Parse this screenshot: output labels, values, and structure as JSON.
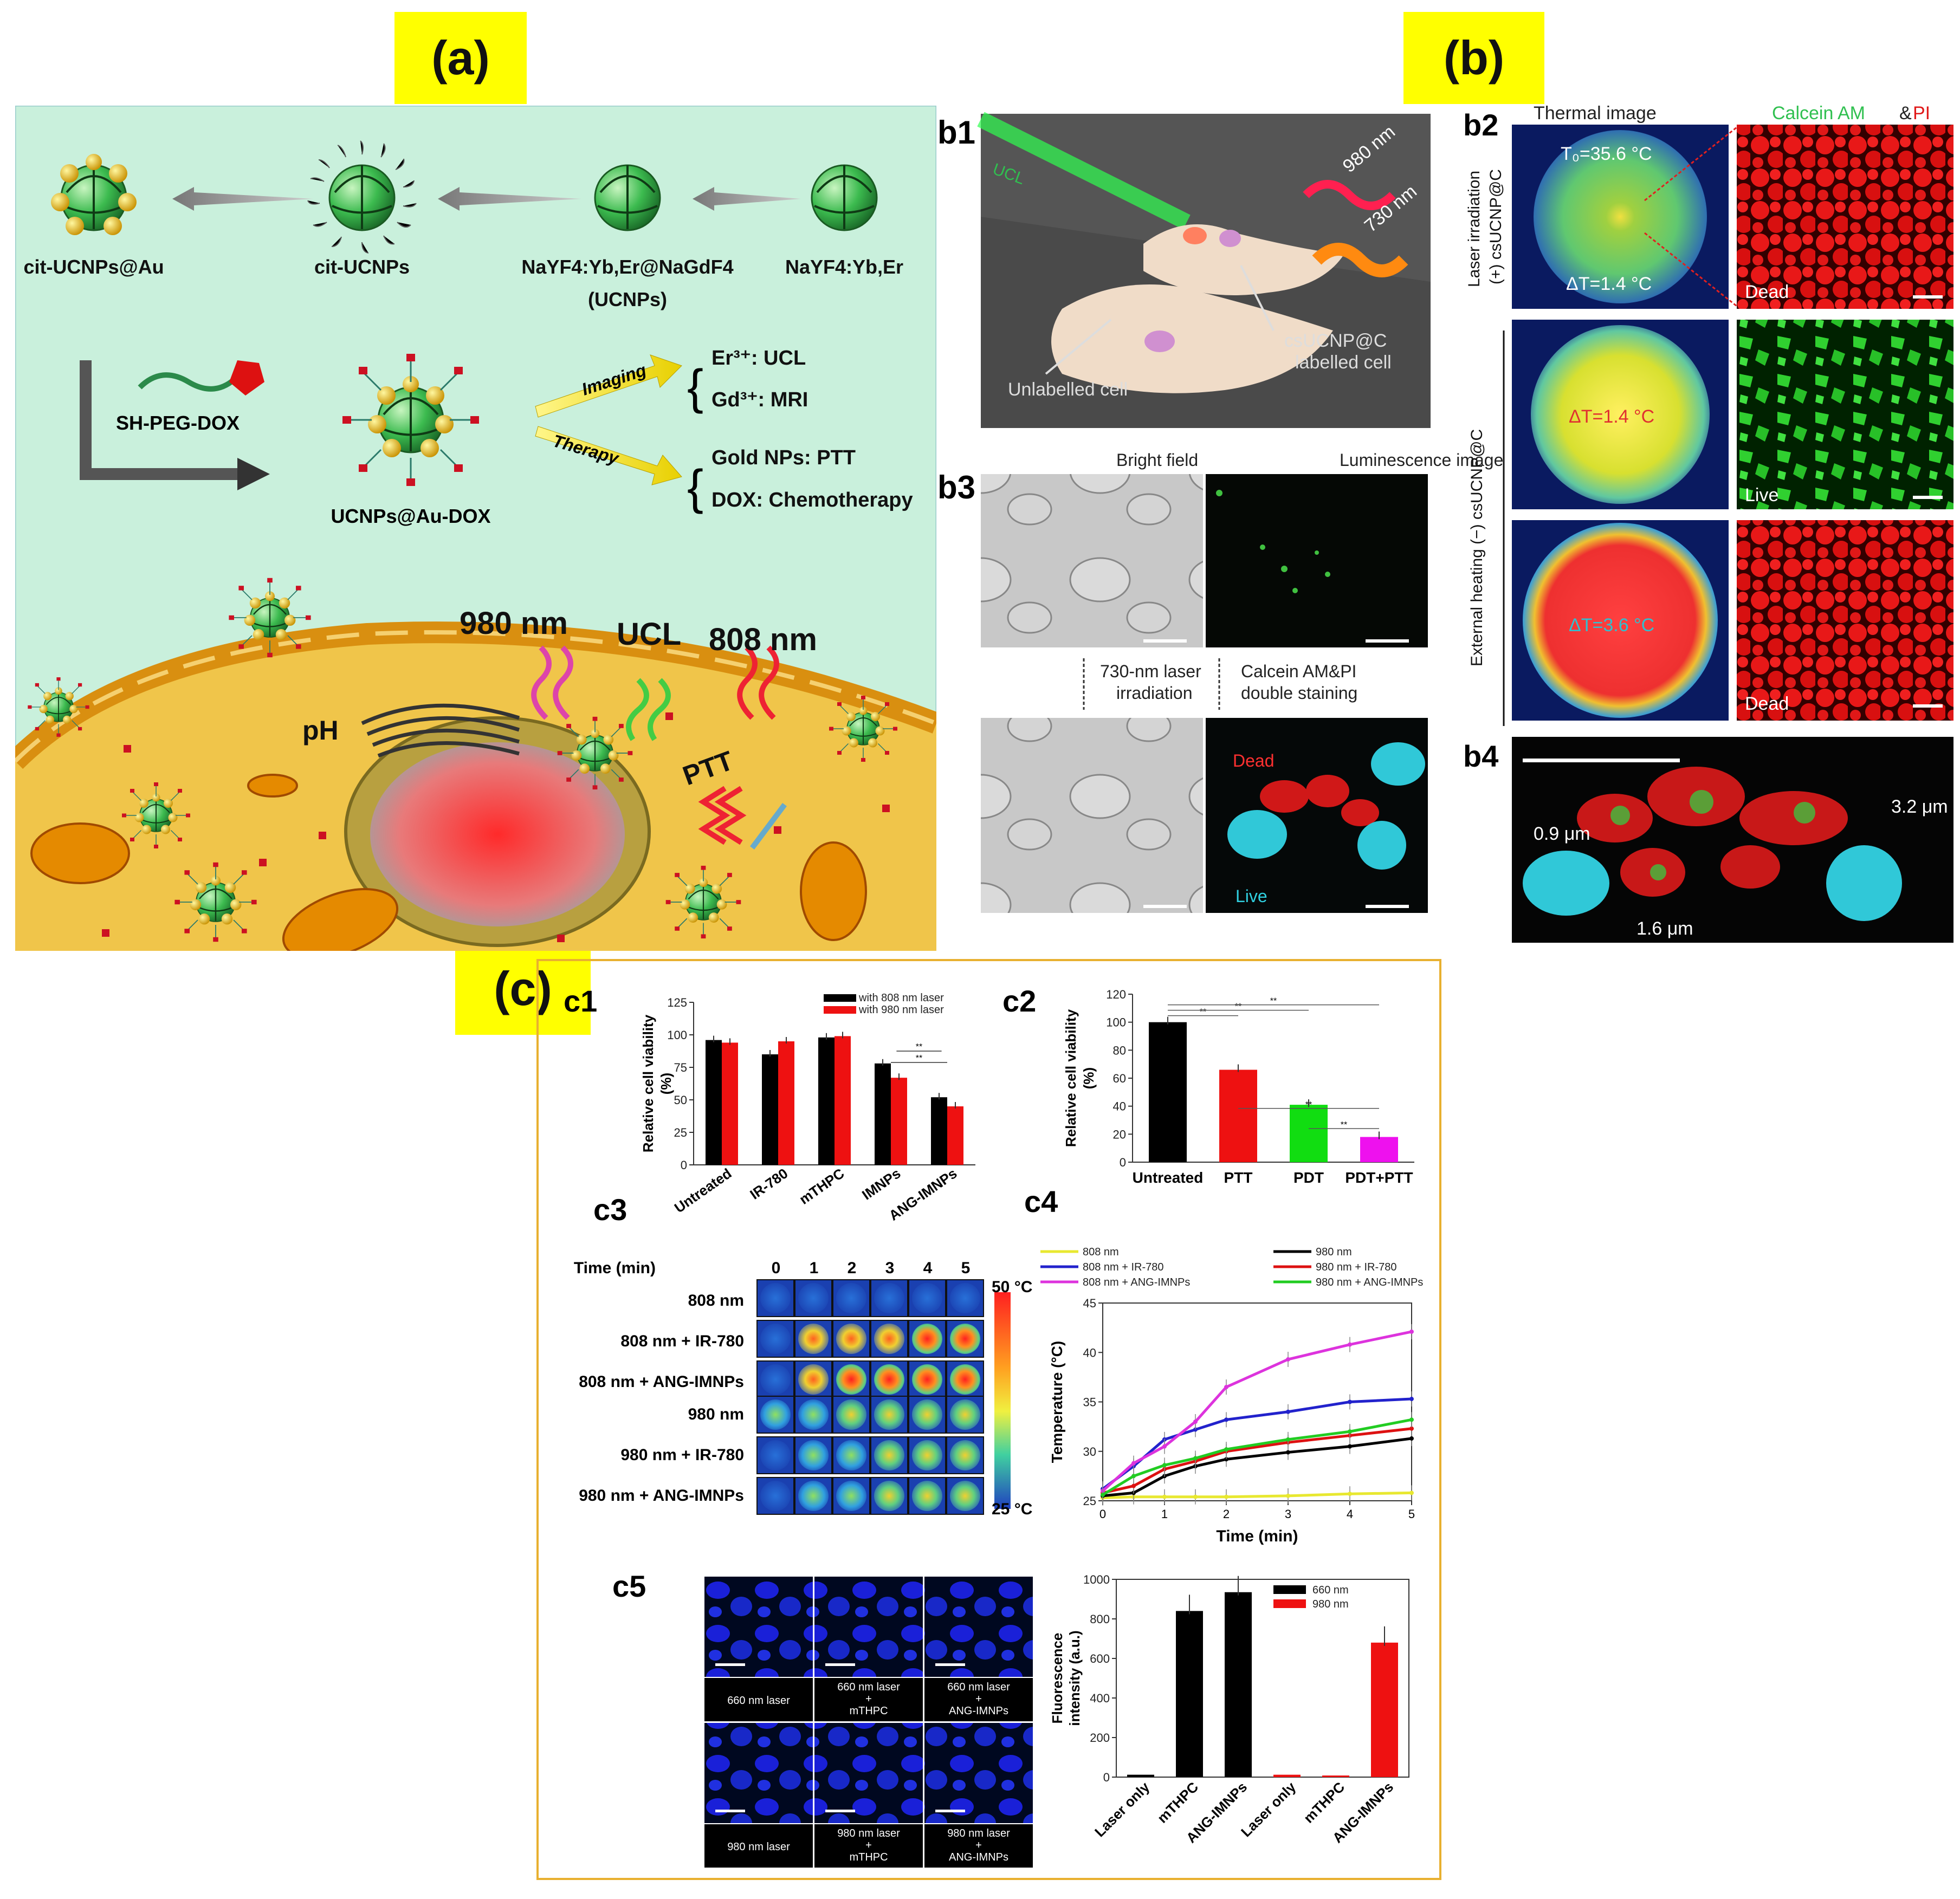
{
  "panel_tags": {
    "a": "(a)",
    "b": "(b)",
    "c": "(c)"
  },
  "panel_a": {
    "labels": [
      "cit-UCNPs@Au",
      "cit-UCNPs",
      "NaYF4:Yb,Er@NaGdF4",
      "(UCNPs)",
      "NaYF4:Yb,Er"
    ],
    "reagent": "SH-PEG-DOX",
    "product": "UCNPs@Au-DOX",
    "imaging_arrow": "Imaging",
    "therapy_arrow": "Therapy",
    "imaging_items": [
      "Er³⁺:  UCL",
      "Gd³⁺:  MRI"
    ],
    "therapy_items": [
      "Gold NPs:  PTT",
      "DOX: Chemotherapy"
    ],
    "cell_labels": {
      "nm980": "980 nm",
      "ucl": "UCL",
      "nm808": "808 nm",
      "ph": "pH",
      "ptt": "PTT"
    },
    "colors": {
      "background": "#c9f0dc",
      "cytoplasm": "#f0c54a",
      "membrane": "#e8a420",
      "particle": "#3cbb4f",
      "gold": "#f0c020",
      "dox": "#cc1122"
    }
  },
  "panel_b": {
    "b1": {
      "tag": "b1",
      "ucl": "UCL",
      "nm980": "980 nm",
      "nm730": "730 nm",
      "unlabelled": "Unlabelled cell",
      "labelled_1": "csUCNP@C",
      "labelled_2": "labelled cell"
    },
    "b2": {
      "tag": "b2",
      "col1": "Thermal image",
      "col2_a": "Calcein AM",
      "col2_b": "&",
      "col2_c": "PI",
      "row1_side": [
        "Laser irradiation",
        "(+) csUCNP@C"
      ],
      "row23_side": "External heating (−) csUCNP@C",
      "t0": "T₀=35.6 °C",
      "dt": [
        "ΔT=1.4 °C",
        "ΔT=1.4 °C",
        "ΔT=3.6 °C"
      ],
      "states": [
        "Dead",
        "Live",
        "Dead"
      ]
    },
    "b3": {
      "tag": "b3",
      "bright": "Bright field",
      "lum": "Luminescence image",
      "step1": [
        "730-nm laser",
        "irradiation"
      ],
      "step2": [
        "Calcein AM&PI",
        "double staining"
      ],
      "dead": "Dead",
      "live": "Live"
    },
    "b4": {
      "tag": "b4",
      "m1": "0.9 μm",
      "m2": "1.6 μm",
      "m3": "3.2 μm"
    }
  },
  "panel_c": {
    "tags": [
      "c1",
      "c2",
      "c3",
      "c4",
      "c5"
    ],
    "c3": {
      "header": "Time (min)",
      "times": [
        "0",
        "1",
        "2",
        "3",
        "4",
        "5"
      ],
      "rows": [
        "808 nm",
        "808 nm + IR-780",
        "808 nm + ANG-IMNPs",
        "980 nm",
        "980 nm + IR-780",
        "980 nm + ANG-IMNPs"
      ],
      "max": "50 °C",
      "min": "25 °C"
    },
    "c5": {
      "captions": [
        [
          "660 nm laser"
        ],
        [
          "660 nm laser",
          "+",
          "mTHPC"
        ],
        [
          "660 nm laser",
          "+",
          "ANG-IMNPs"
        ],
        [
          "980 nm laser"
        ],
        [
          "980 nm laser",
          "+",
          "mTHPC"
        ],
        [
          "980 nm laser",
          "+",
          "ANG-IMNPs"
        ]
      ]
    }
  },
  "chart_data": [
    {
      "id": "c1",
      "type": "bar",
      "ylabel": "Relative cell viability (%)",
      "ylim": [
        0,
        125
      ],
      "yticks": [
        0,
        25,
        50,
        75,
        100,
        125
      ],
      "categories": [
        "Untreated",
        "IR-780",
        "mTHPC",
        "IMNPs",
        "ANG-IMNPs"
      ],
      "series": [
        {
          "name": "with 808 nm laser",
          "color": "#000000",
          "values": [
            96,
            85,
            98,
            78,
            52
          ]
        },
        {
          "name": "with 980 nm laser",
          "color": "#ee1111",
          "values": [
            94,
            95,
            99,
            67,
            45
          ]
        }
      ],
      "annotations": [
        "**",
        "**"
      ],
      "legend": "top-right"
    },
    {
      "id": "c2",
      "type": "bar",
      "ylabel": "Relative cell viability (%)",
      "ylim": [
        0,
        120
      ],
      "yticks": [
        0,
        20,
        40,
        60,
        80,
        100,
        120
      ],
      "categories": [
        "Untreated",
        "PTT",
        "PDT",
        "PDT+PTT"
      ],
      "values": [
        100,
        66,
        41,
        18
      ],
      "colors": [
        "#000000",
        "#ee1111",
        "#11dd11",
        "#ee11ee"
      ],
      "annotations": [
        "**",
        "**",
        "**",
        "**",
        "**"
      ]
    },
    {
      "id": "c4",
      "type": "line",
      "xlabel": "Time (min)",
      "ylabel": "Temperature (°C)",
      "xlim": [
        0,
        5
      ],
      "ylim": [
        25,
        45
      ],
      "xticks": [
        0,
        1,
        2,
        3,
        4,
        5
      ],
      "yticks": [
        25,
        30,
        35,
        40,
        45
      ],
      "x": [
        0,
        0.5,
        1,
        1.5,
        2,
        3,
        4,
        5
      ],
      "series": [
        {
          "name": "808 nm",
          "color": "#e8e830",
          "values": [
            25.3,
            25.4,
            25.4,
            25.4,
            25.4,
            25.5,
            25.7,
            25.8
          ]
        },
        {
          "name": "980 nm",
          "color": "#000000",
          "values": [
            25.5,
            25.8,
            27.5,
            28.5,
            29.2,
            29.9,
            30.5,
            31.3
          ]
        },
        {
          "name": "808 nm + IR-780",
          "color": "#2222cc",
          "values": [
            26.2,
            28.5,
            31.2,
            32.2,
            33.2,
            34.0,
            35.0,
            35.3
          ]
        },
        {
          "name": "980 nm + IR-780",
          "color": "#dd1111",
          "values": [
            25.8,
            26.5,
            28.2,
            29.0,
            30.0,
            30.9,
            31.6,
            32.3
          ]
        },
        {
          "name": "808 nm + ANG-IMNPs",
          "color": "#dd33dd",
          "values": [
            26.0,
            28.8,
            30.5,
            33.0,
            36.5,
            39.3,
            40.8,
            42.1
          ]
        },
        {
          "name": "980 nm + ANG-IMNPs",
          "color": "#22cc22",
          "values": [
            25.6,
            27.5,
            28.6,
            29.3,
            30.2,
            31.2,
            32.0,
            33.2
          ]
        }
      ],
      "legend": "top"
    },
    {
      "id": "c5",
      "type": "bar",
      "ylabel": "Fluorescence intensity (a.u.)",
      "ylim": [
        0,
        1000
      ],
      "yticks": [
        0,
        200,
        400,
        600,
        800,
        1000
      ],
      "categories": [
        "Laser only",
        "mTHPC",
        "ANG-IMNPs",
        "Laser only",
        "mTHPC",
        "ANG-IMNPs"
      ],
      "series": [
        {
          "name": "660 nm",
          "color": "#000000",
          "values": [
            12,
            840,
            935,
            null,
            null,
            null
          ]
        },
        {
          "name": "980 nm",
          "color": "#ee1111",
          "values": [
            null,
            null,
            null,
            12,
            8,
            680
          ]
        }
      ],
      "legend": "top-right"
    }
  ]
}
